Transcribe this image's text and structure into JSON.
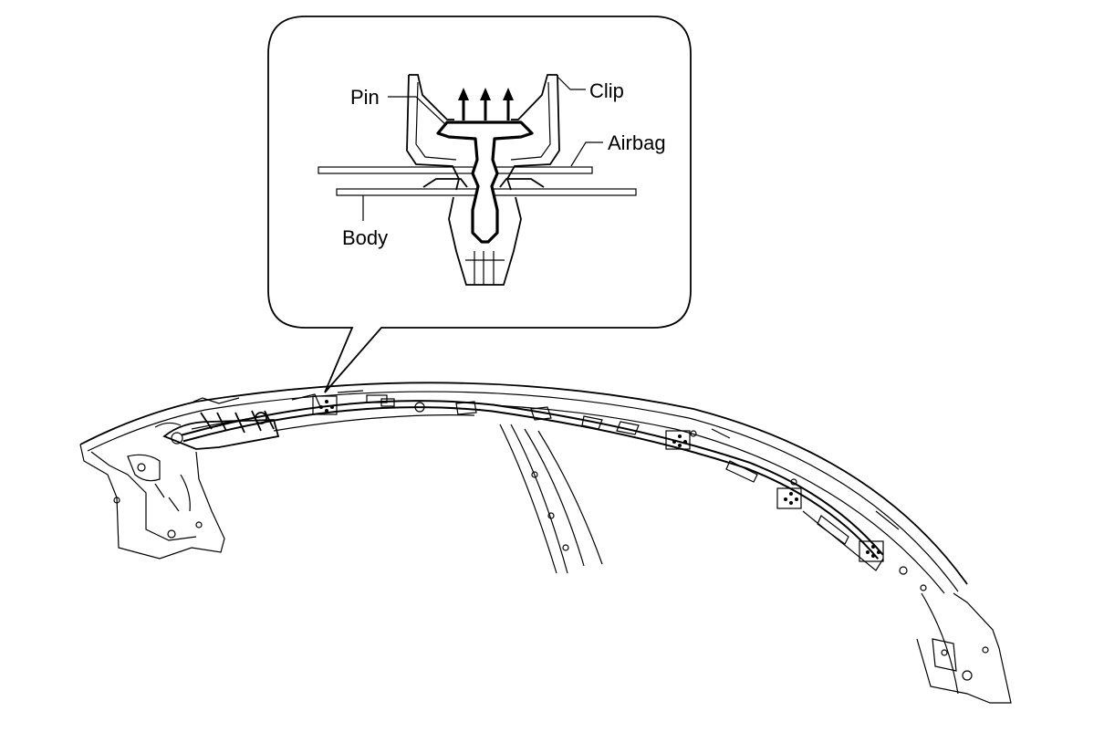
{
  "callout": {
    "labels": {
      "pin": "Pin",
      "clip": "Clip",
      "airbag": "Airbag",
      "body": "Body"
    }
  },
  "colors": {
    "line": "#000000",
    "background": "#ffffff"
  }
}
